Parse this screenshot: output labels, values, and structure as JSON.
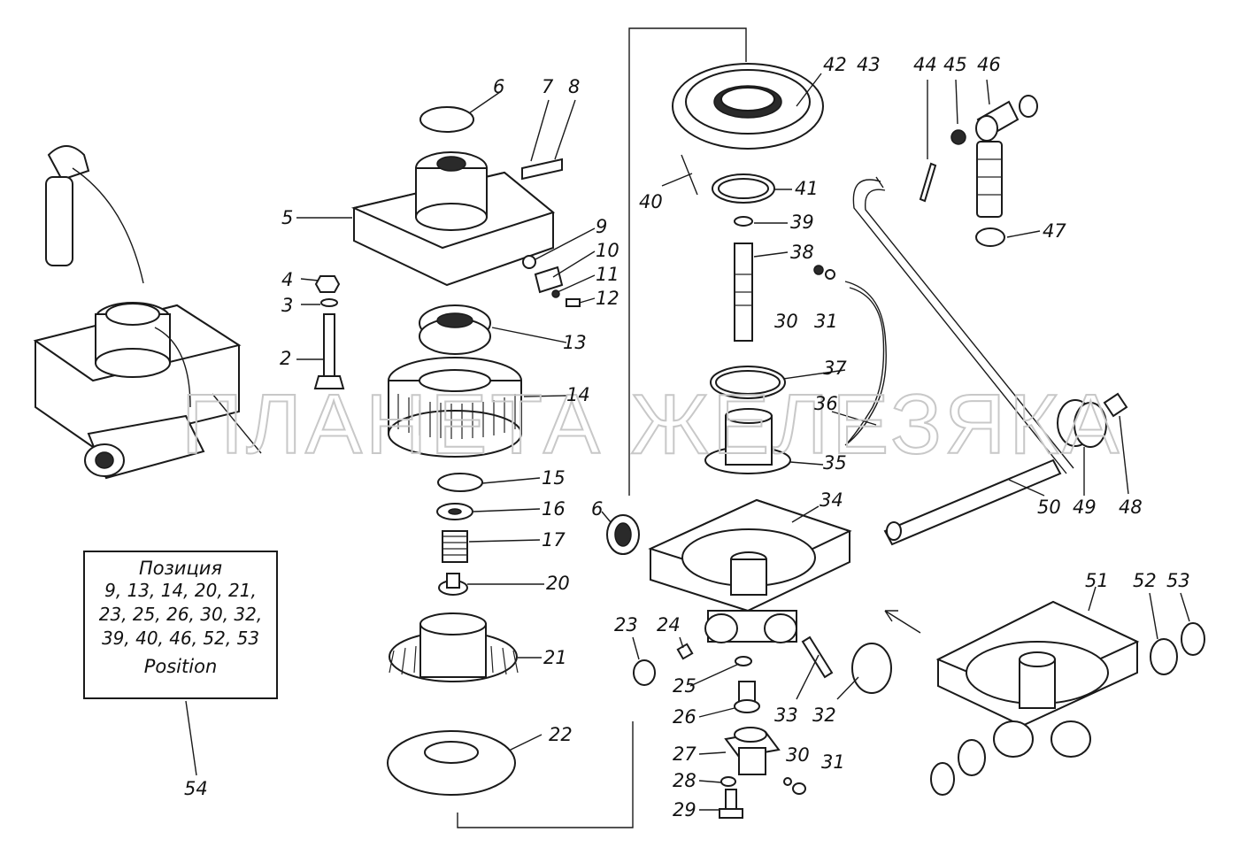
{
  "watermark": "ПЛАНЕТА ЖЕЛЕЗЯКА",
  "legend": {
    "title": "Позиция",
    "lines": [
      "9, 13, 14, 20, 21,",
      "23, 25, 26, 30, 32,",
      "39, 40, 46, 52, 53"
    ],
    "subtitle": "Position"
  },
  "labels": {
    "l2": "2",
    "l3": "3",
    "l4": "4",
    "l5": "5",
    "l6a": "6",
    "l6b": "6",
    "l7": "7",
    "l8": "8",
    "l9": "9",
    "l10": "10",
    "l11": "11",
    "l12": "12",
    "l13": "13",
    "l14": "14",
    "l15": "15",
    "l16": "16",
    "l17": "17",
    "l20": "20",
    "l21": "21",
    "l22": "22",
    "l23": "23",
    "l24": "24",
    "l25": "25",
    "l26": "26",
    "l27": "27",
    "l28": "28",
    "l29": "29",
    "l30a": "30",
    "l30b": "30",
    "l31a": "31",
    "l31b": "31",
    "l32": "32",
    "l33": "33",
    "l34": "34",
    "l35": "35",
    "l36": "36",
    "l37": "37",
    "l38": "38",
    "l39": "39",
    "l40": "40",
    "l41": "41",
    "l42": "42",
    "l43": "43",
    "l44": "44",
    "l45": "45",
    "l46": "46",
    "l47": "47",
    "l48": "48",
    "l49": "49",
    "l50": "50",
    "l51": "51",
    "l52": "52",
    "l53": "53",
    "l54": "54"
  }
}
